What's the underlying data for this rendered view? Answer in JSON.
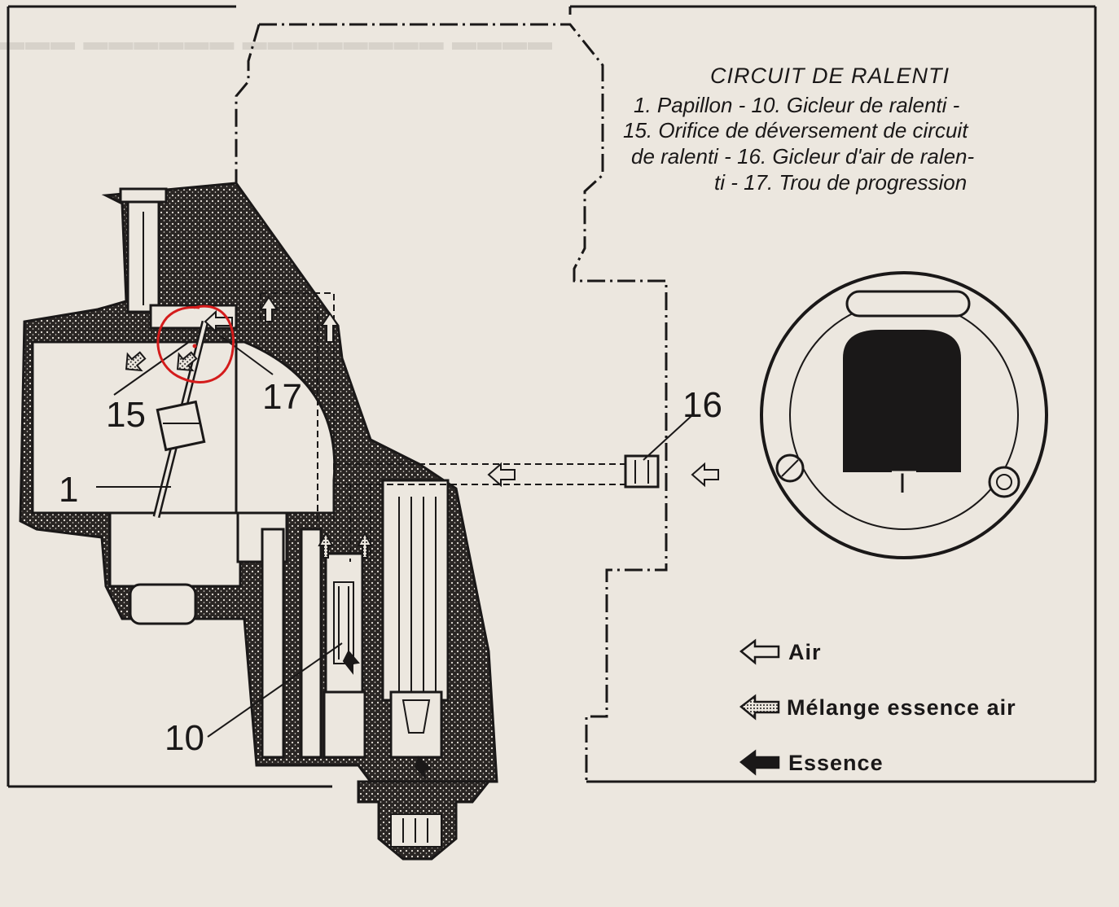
{
  "caption": {
    "title": "CIRCUIT DE RALENTI",
    "lines": [
      "1. Papillon - 10. Gicleur de ralenti -",
      "15. Orifice de déversement de circuit",
      "de ralenti - 16. Gicleur d'air de ralen-",
      "ti - 17. Trou de progression"
    ]
  },
  "callouts": {
    "c1": "1",
    "c10": "10",
    "c15": "15",
    "c16": "16",
    "c17": "17"
  },
  "legend": {
    "air": "Air",
    "mix": "Mélange essence air",
    "fuel": "Essence"
  },
  "colors": {
    "ink": "#1a1818",
    "paper": "#ece7df",
    "annotation": "#d41c1c"
  },
  "icons": {
    "air": "hollow-arrow-icon",
    "mix": "dotted-arrow-icon",
    "fuel": "solid-arrow-icon"
  }
}
